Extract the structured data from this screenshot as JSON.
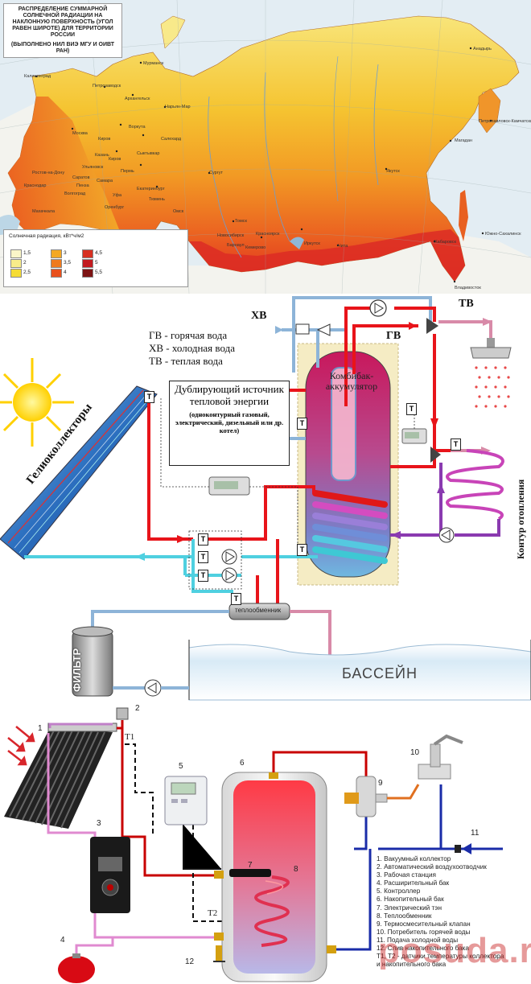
{
  "map": {
    "title": "РАСПРЕДЕЛЕНИЕ СУММАРНОЙ СОЛНЕЧНОЙ РАДИАЦИИ НА НАКЛОННУЮ ПОВЕРХНОСТЬ (УГОЛ РАВЕН ШИРОТЕ) ДЛЯ ТЕРРИТОРИИ РОССИИ",
    "subtitle": "(ВЫПОЛНЕНО НИЛ ВИЭ МГУ И ОИВТ РАН)",
    "legend_title": "Солнечная радиация, кВт*ч/м2",
    "legend": [
      {
        "label": "1,5",
        "color": "#fbf6c8"
      },
      {
        "label": "2",
        "color": "#f8ec8a"
      },
      {
        "label": "2,5",
        "color": "#f5dc35"
      },
      {
        "label": "3",
        "color": "#f3a823"
      },
      {
        "label": "3,5",
        "color": "#ef7a1d"
      },
      {
        "label": "4",
        "color": "#e8501c"
      },
      {
        "label": "4,5",
        "color": "#d73021"
      },
      {
        "label": "5",
        "color": "#c21a1f"
      },
      {
        "label": "5,5",
        "color": "#7c1313"
      }
    ],
    "cities": [
      "Мурманск",
      "Анадырь",
      "Калининград",
      "Петрозаводск",
      "Архангельск",
      "Нарьян-Мар",
      "Москва",
      "Воркута",
      "Салехард",
      "Сыктывкар",
      "Киров",
      "Пермь",
      "Екатеринбург",
      "Тюмень",
      "Омск",
      "Сургут",
      "Томск",
      "Новосибирск",
      "Барнаул",
      "Красноярск",
      "Кемерово",
      "Иркутск",
      "Чита",
      "Якутск",
      "Магадан",
      "Хабаровск",
      "Владивосток",
      "Южно-Сахалинск",
      "Петропавловск-Камчатский",
      "Ростов-на-Дону",
      "Махачкала",
      "Краснодар",
      "Самара",
      "Саратов",
      "Волгоград",
      "Уфа",
      "Оренбург",
      "Казань",
      "Киров",
      "Ульяновск",
      "Пенза"
    ]
  },
  "scheme1": {
    "label_hv": "ХВ",
    "label_tv": "ТВ",
    "label_gv": "ГВ",
    "legend_lines": [
      "ГВ - горячая вода",
      "ХВ - холодная вода",
      "ТВ - теплая вода"
    ],
    "backup_title": "Дублирующий источник тепловой энергии",
    "backup_note": "(одноконтурный газовый, электрический, дизельный или др. котел)",
    "tank_label": "Комбибак-аккумулятор",
    "collector_label": "Гелиоколлекторы",
    "heating_label": "Контур отопления",
    "exchanger_label": "теплообменник",
    "filter_label": "ФИЛЬТР",
    "pool_label": "БАССЕЙН",
    "sensor_label": "T",
    "colors": {
      "hot": "#e8141a",
      "cold": "#8db4d8",
      "warm": "#d88aa8",
      "cyan": "#4fd0e0",
      "purple": "#8a3ab0"
    }
  },
  "scheme2": {
    "numbers": [
      "1",
      "2",
      "3",
      "4",
      "5",
      "6",
      "7",
      "8",
      "9",
      "10",
      "11",
      "12"
    ],
    "t1": "T1",
    "t2": "T2",
    "legend": [
      "1. Вакуумный коллектор",
      "2. Автоматический воздухоотводчик",
      "3. Рабочая станция",
      "4. Расширительный бак",
      "5. Контроллер",
      "6. Накопительный бак",
      "7. Электрический тэн",
      "8. Теплообменник",
      "9. Термосмесительный клапан",
      "10. Потребитель горячей воды",
      "11. Подача холодной воды",
      "12. Слив накопительного бака",
      "T1, T2 - датчики температуры коллектора",
      "и накопительного бака"
    ],
    "watermark": "posuda.ru"
  }
}
